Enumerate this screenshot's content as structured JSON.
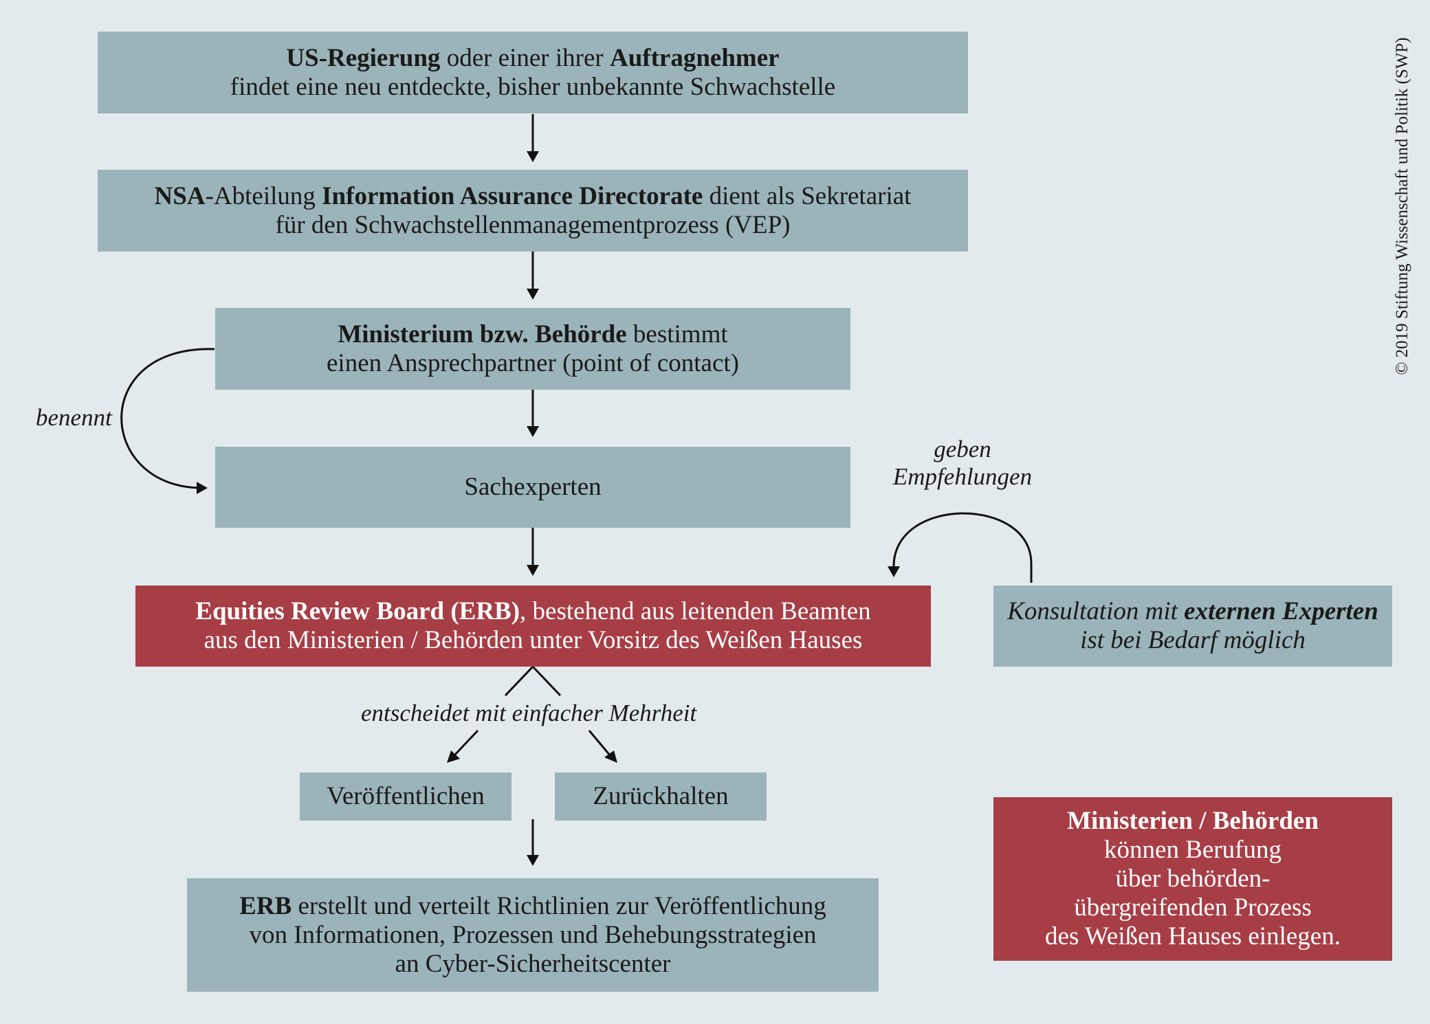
{
  "copyright": "© 2019 Stiftung Wissenschaft und Politik (SWP)",
  "box_us_gov": {
    "l1_b1": "US-Regierung",
    "l1_t1": " oder einer ihrer ",
    "l1_b2": "Auftragnehmer",
    "l2": "findet eine neu entdeckte, bisher unbekannte Schwachstelle"
  },
  "box_nsa": {
    "l1_b1": "NSA",
    "l1_t1": "-Abteilung ",
    "l1_b2": "Information Assurance Directorate",
    "l1_t2": " dient als Sekretariat",
    "l2": "für den Schwachstellenmanagementprozess (VEP)"
  },
  "box_ministerium": {
    "l1_b1": "Ministerium bzw. Behörde",
    "l1_t1": " bestimmt",
    "l2": "einen Ansprechpartner (point of contact)"
  },
  "label_benennt": "benennt",
  "box_sachexperten": {
    "text": "Sachexperten"
  },
  "label_geben": {
    "l1": "geben",
    "l2": "Empfehlungen"
  },
  "box_erb": {
    "l1_b1": "Equities Review Board (ERB)",
    "l1_t1": ", bestehend aus leitenden Beamten",
    "l2": "aus den Ministerien / Behörden unter Vorsitz des Weißen Hauses"
  },
  "box_konsultation": {
    "l1_t1": "Konsultation mit ",
    "l1_b1": "externen Experten",
    "l2": "ist bei Bedarf möglich"
  },
  "label_entscheidet": "entscheidet mit einfacher Mehrheit",
  "box_veroeffentlichen": {
    "text": "Veröffentlichen"
  },
  "box_zurueckhalten": {
    "text": "Zurückhalten"
  },
  "box_erb_richtlinien": {
    "l1_b1": "ERB",
    "l1_t1": " erstellt und verteilt Richtlinien zur Veröffentlichung",
    "l2": "von Informationen, Prozessen und Behebungsstrategien",
    "l3": "an Cyber-Sicherheitscenter"
  },
  "box_berufung": {
    "l1_b1": "Ministerien / Behörden",
    "l2": "können Berufung",
    "l3": "über behörden-",
    "l4": "übergreifenden Prozess",
    "l5": "des Weißen Hauses einlegen."
  },
  "colors": {
    "background": "#e3eaed",
    "grey_box": "#9bb4b9",
    "red_box": "#a73e46",
    "arrow": "#111111"
  }
}
